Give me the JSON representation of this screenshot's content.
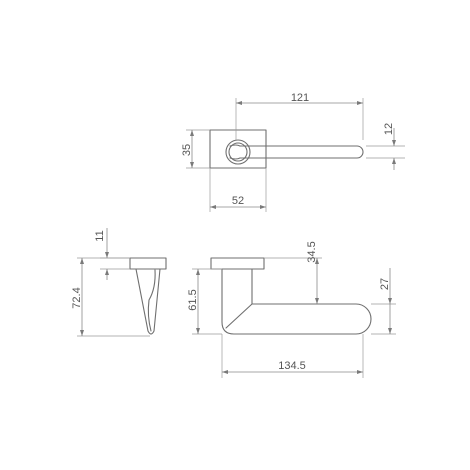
{
  "dimensions": {
    "top_length": "121",
    "top_lever_width": "12",
    "top_rose_height": "35",
    "top_rose_width": "52",
    "side_rose_thickness": "11",
    "side_total_height": "72.4",
    "front_rose_to_lever": "34.5",
    "front_lever_height": "27",
    "front_total_height": "61.5",
    "front_total_length": "134.5"
  },
  "colors": {
    "line": "#6f6f6f",
    "text": "#555555"
  }
}
